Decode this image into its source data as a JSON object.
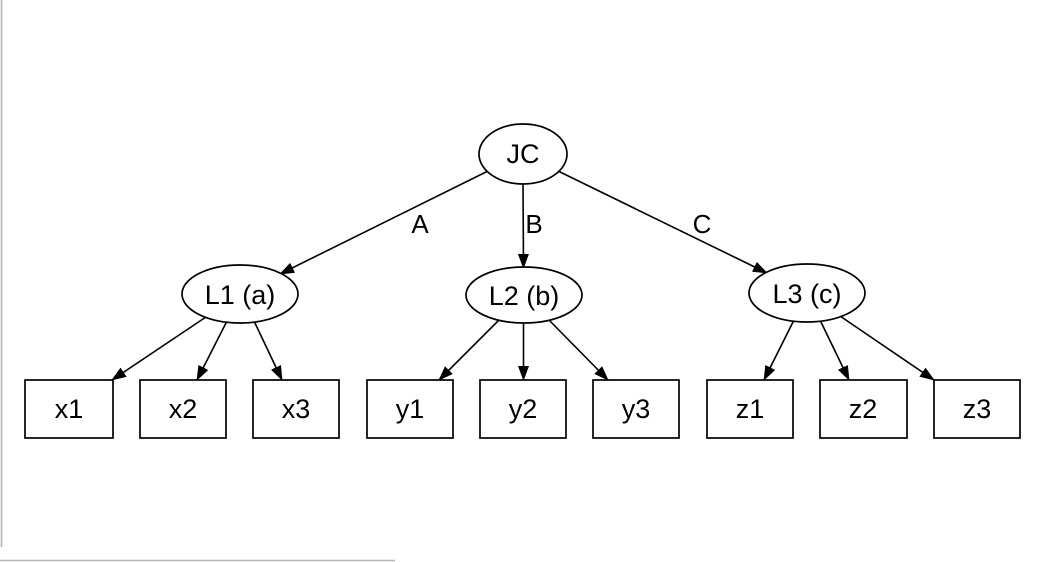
{
  "diagram": {
    "type": "directed-graph",
    "colors": {
      "background": "#ffffff",
      "node_stroke": "#000000",
      "node_fill": "#ffffff",
      "edge_stroke": "#000000",
      "text": "#000000",
      "pane_border": "#b4b4b4"
    },
    "nodes": {
      "jc": {
        "label": "JC",
        "shape": "ellipse"
      },
      "l1": {
        "label": "L1 (a)",
        "shape": "ellipse"
      },
      "l2": {
        "label": "L2 (b)",
        "shape": "ellipse"
      },
      "l3": {
        "label": "L3 (c)",
        "shape": "ellipse"
      },
      "x1": {
        "label": "x1",
        "shape": "box"
      },
      "x2": {
        "label": "x2",
        "shape": "box"
      },
      "x3": {
        "label": "x3",
        "shape": "box"
      },
      "y1": {
        "label": "y1",
        "shape": "box"
      },
      "y2": {
        "label": "y2",
        "shape": "box"
      },
      "y3": {
        "label": "y3",
        "shape": "box"
      },
      "z1": {
        "label": "z1",
        "shape": "box"
      },
      "z2": {
        "label": "z2",
        "shape": "box"
      },
      "z3": {
        "label": "z3",
        "shape": "box"
      }
    },
    "edges": [
      {
        "from": "JC",
        "to": "L1 (a)",
        "label": "A"
      },
      {
        "from": "JC",
        "to": "L2 (b)",
        "label": "B"
      },
      {
        "from": "JC",
        "to": "L3 (c)",
        "label": "C"
      },
      {
        "from": "L1 (a)",
        "to": "x1",
        "label": ""
      },
      {
        "from": "L1 (a)",
        "to": "x2",
        "label": ""
      },
      {
        "from": "L1 (a)",
        "to": "x3",
        "label": ""
      },
      {
        "from": "L2 (b)",
        "to": "y1",
        "label": ""
      },
      {
        "from": "L2 (b)",
        "to": "y2",
        "label": ""
      },
      {
        "from": "L2 (b)",
        "to": "y3",
        "label": ""
      },
      {
        "from": "L3 (c)",
        "to": "z1",
        "label": ""
      },
      {
        "from": "L3 (c)",
        "to": "z2",
        "label": ""
      },
      {
        "from": "L3 (c)",
        "to": "z3",
        "label": ""
      }
    ]
  }
}
